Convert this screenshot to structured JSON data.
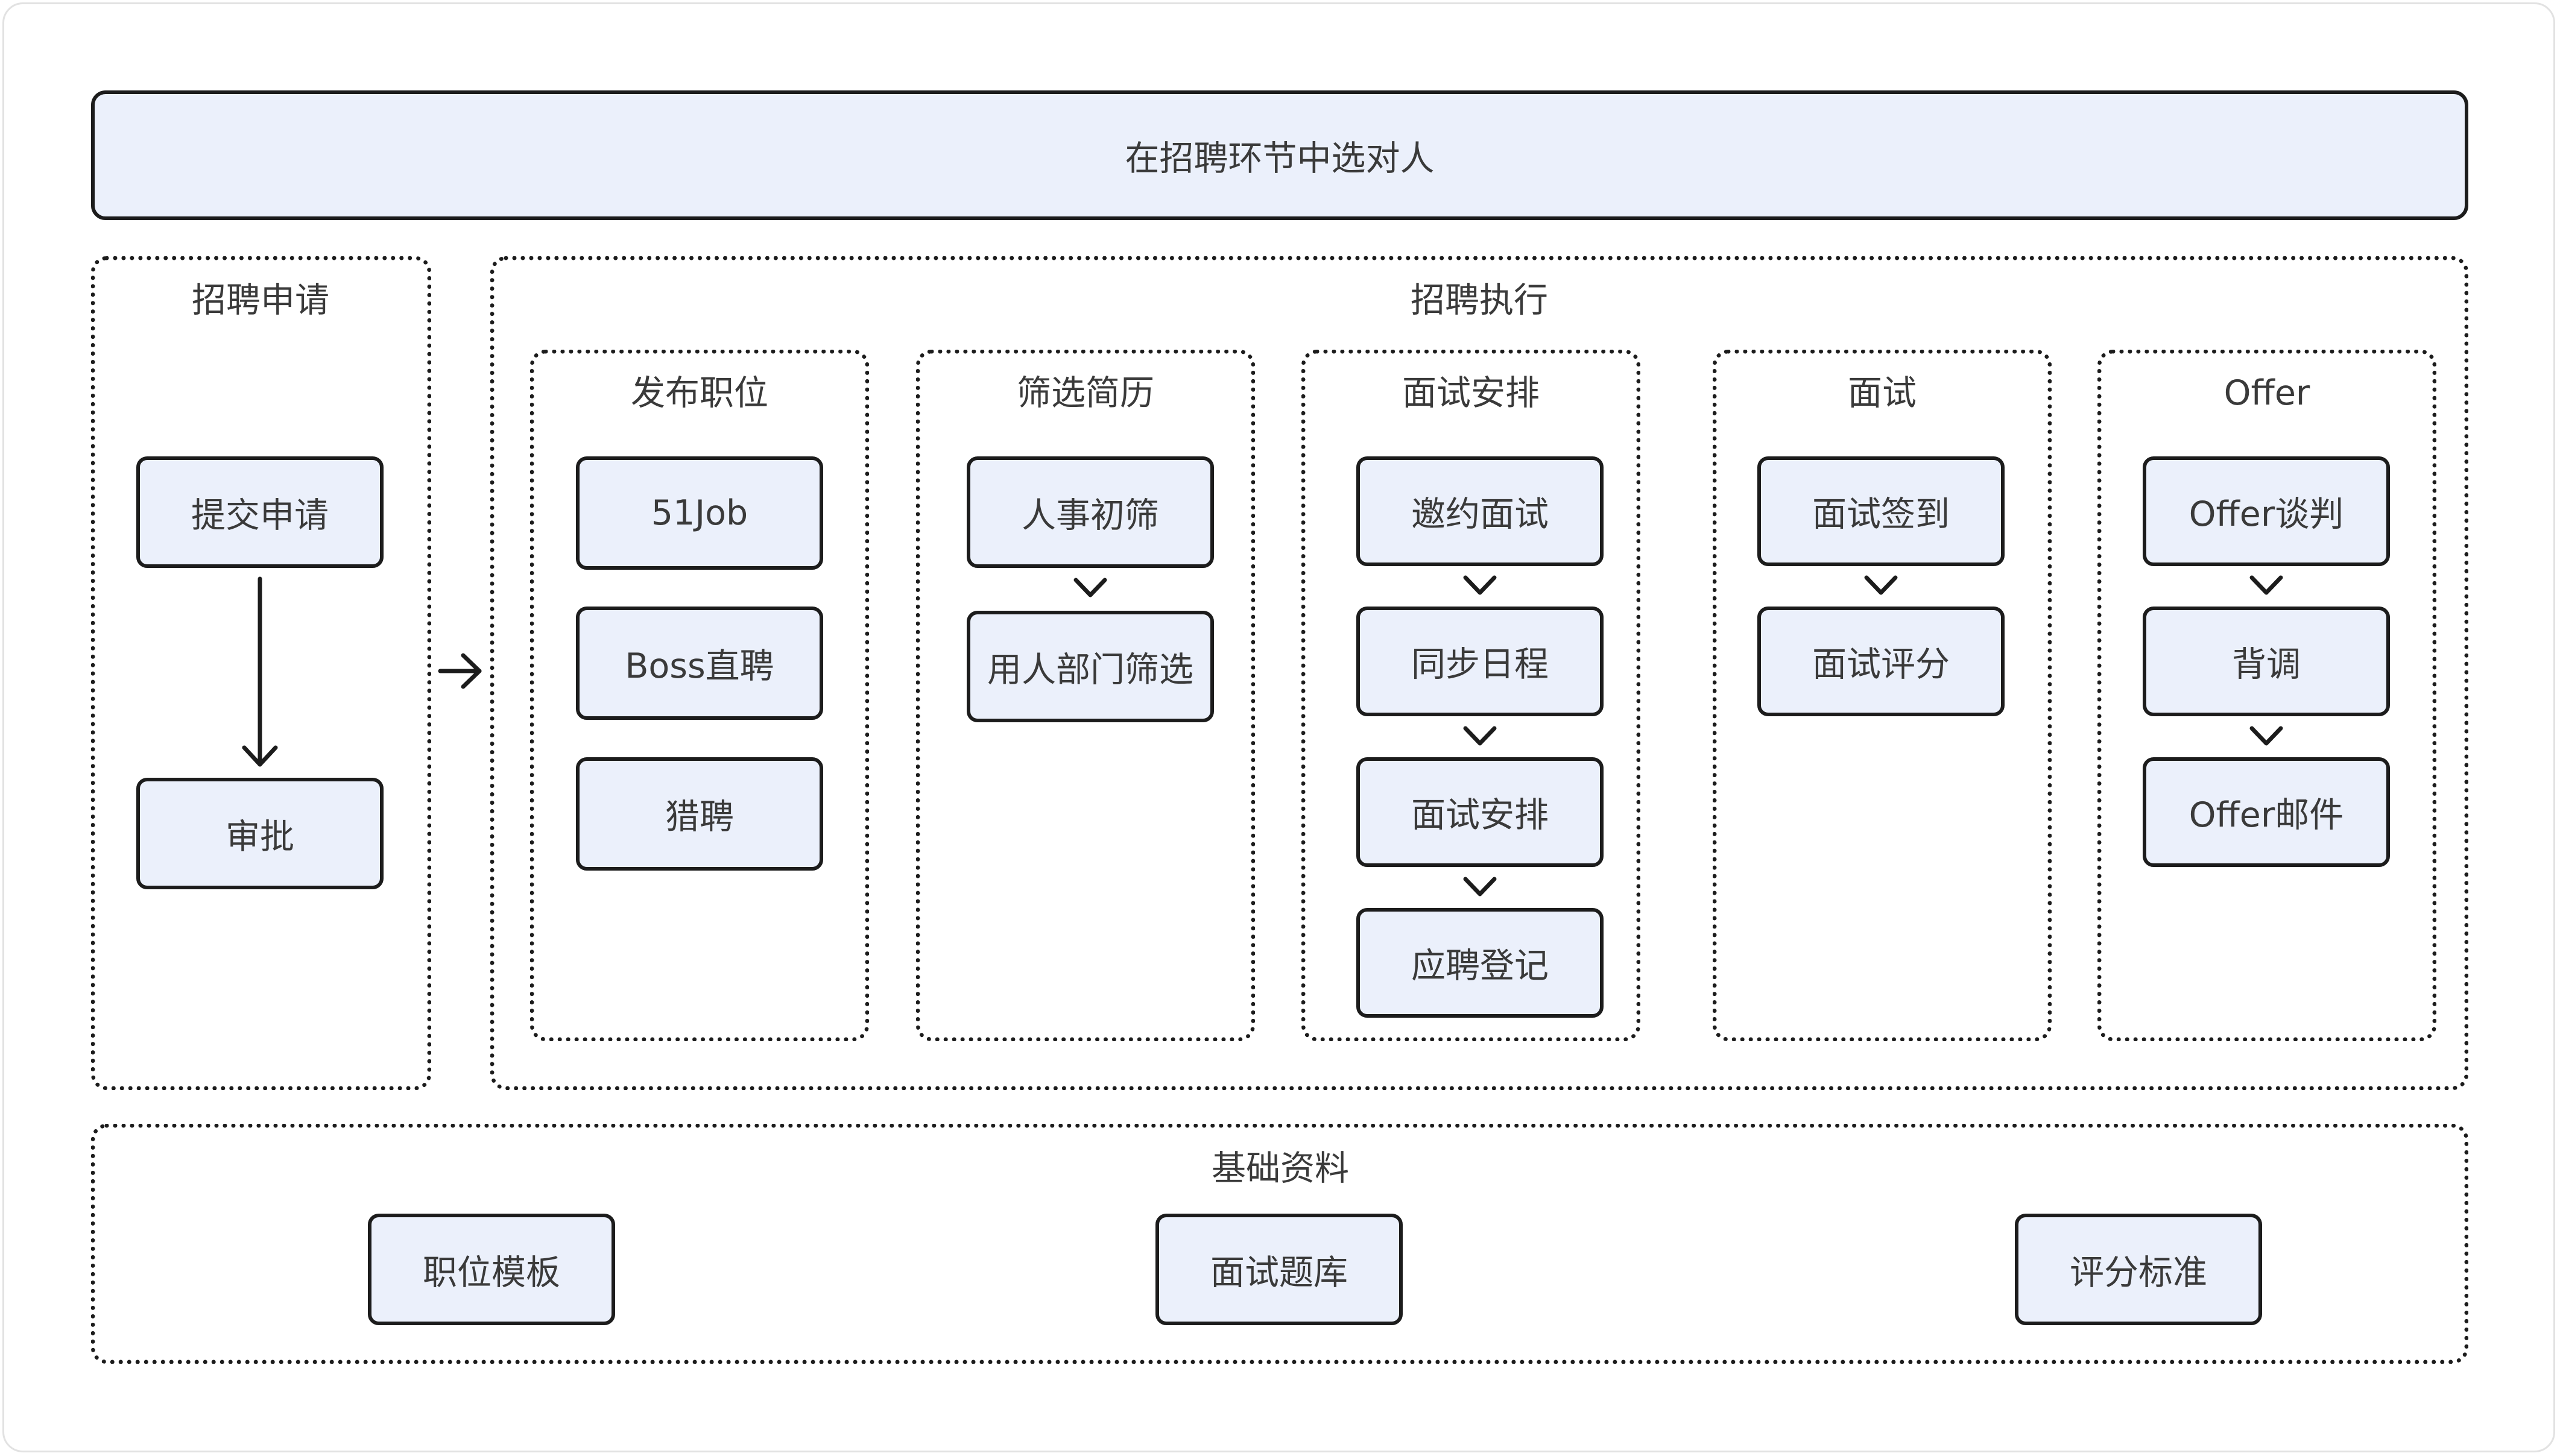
{
  "banner": {
    "title": "在招聘环节中选对人"
  },
  "application": {
    "title": "招聘申请",
    "steps": [
      "提交申请",
      "审批"
    ]
  },
  "execution": {
    "title": "招聘执行",
    "stages": [
      {
        "title": "发布职位",
        "items": [
          "51Job",
          "Boss直聘",
          "猎聘"
        ]
      },
      {
        "title": "筛选简历",
        "items": [
          "人事初筛",
          "用人部门筛选"
        ]
      },
      {
        "title": "面试安排",
        "items": [
          "邀约面试",
          "同步日程",
          "面试安排",
          "应聘登记"
        ]
      },
      {
        "title": "面试",
        "items": [
          "面试签到",
          "面试评分"
        ]
      },
      {
        "title": "Offer",
        "items": [
          "Offer谈判",
          "背调",
          "Offer邮件"
        ]
      }
    ]
  },
  "basics": {
    "title": "基础资料",
    "items": [
      "职位模板",
      "面试题库",
      "评分标准"
    ]
  }
}
